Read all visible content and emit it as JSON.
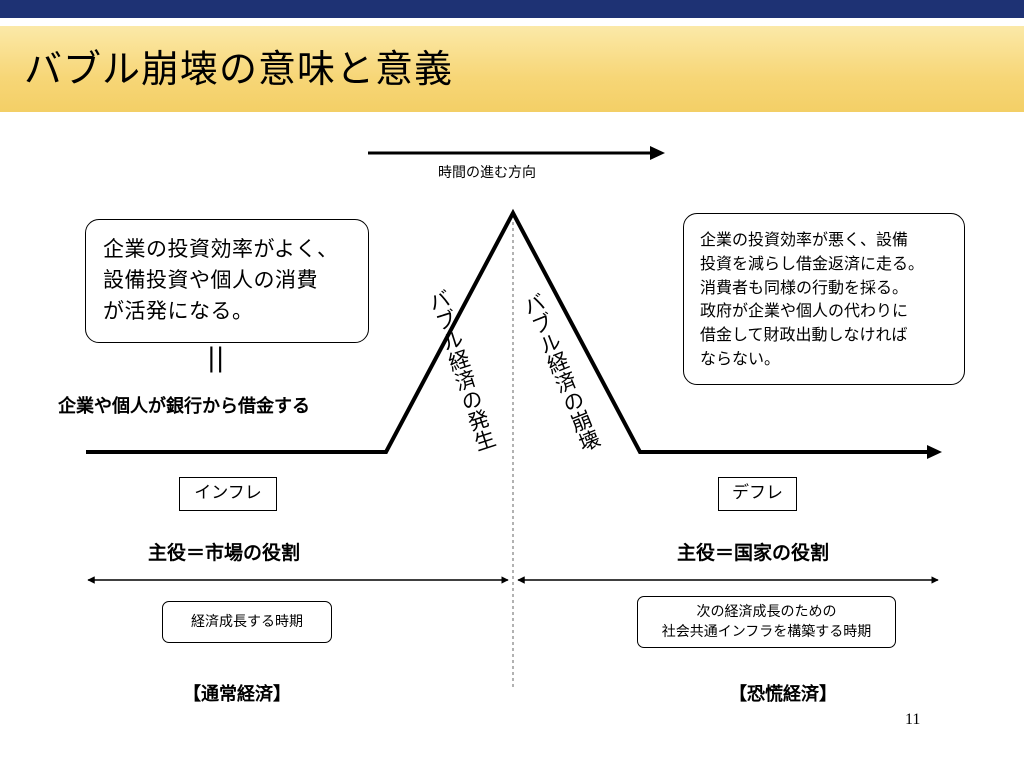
{
  "title": "バブル崩壊の意味と意義",
  "time_direction": "時間の進む方向",
  "left_box": {
    "lines": [
      "企業の投資効率がよく、",
      "設備投資や個人の消費",
      "が活発になる。"
    ]
  },
  "equals_symbol": "||",
  "borrowing_text": "企業や個人が銀行から借金する",
  "bubble_rise_label": "バブル経済の発生",
  "bubble_burst_label": "バブル経済の崩壊",
  "right_box": {
    "lines": [
      "企業の投資効率が悪く、設備",
      "投資を減らし借金返済に走る。",
      "消費者も同様の行動を採る。",
      "政府が企業や個人の代わりに",
      "借金して財政出動しなければ",
      "ならない。"
    ]
  },
  "inflation_label": "インフレ",
  "deflation_label": "デフレ",
  "role_left": "主役＝市場の役割",
  "role_right": "主役＝国家の役割",
  "period_left": "経済成長する時期",
  "period_right": {
    "lines": [
      "次の経済成長のための",
      "社会共通インフラを構築する時期"
    ]
  },
  "economy_left": "【通常経済】",
  "economy_right": "【恐慌経済】",
  "page_number": "11"
}
